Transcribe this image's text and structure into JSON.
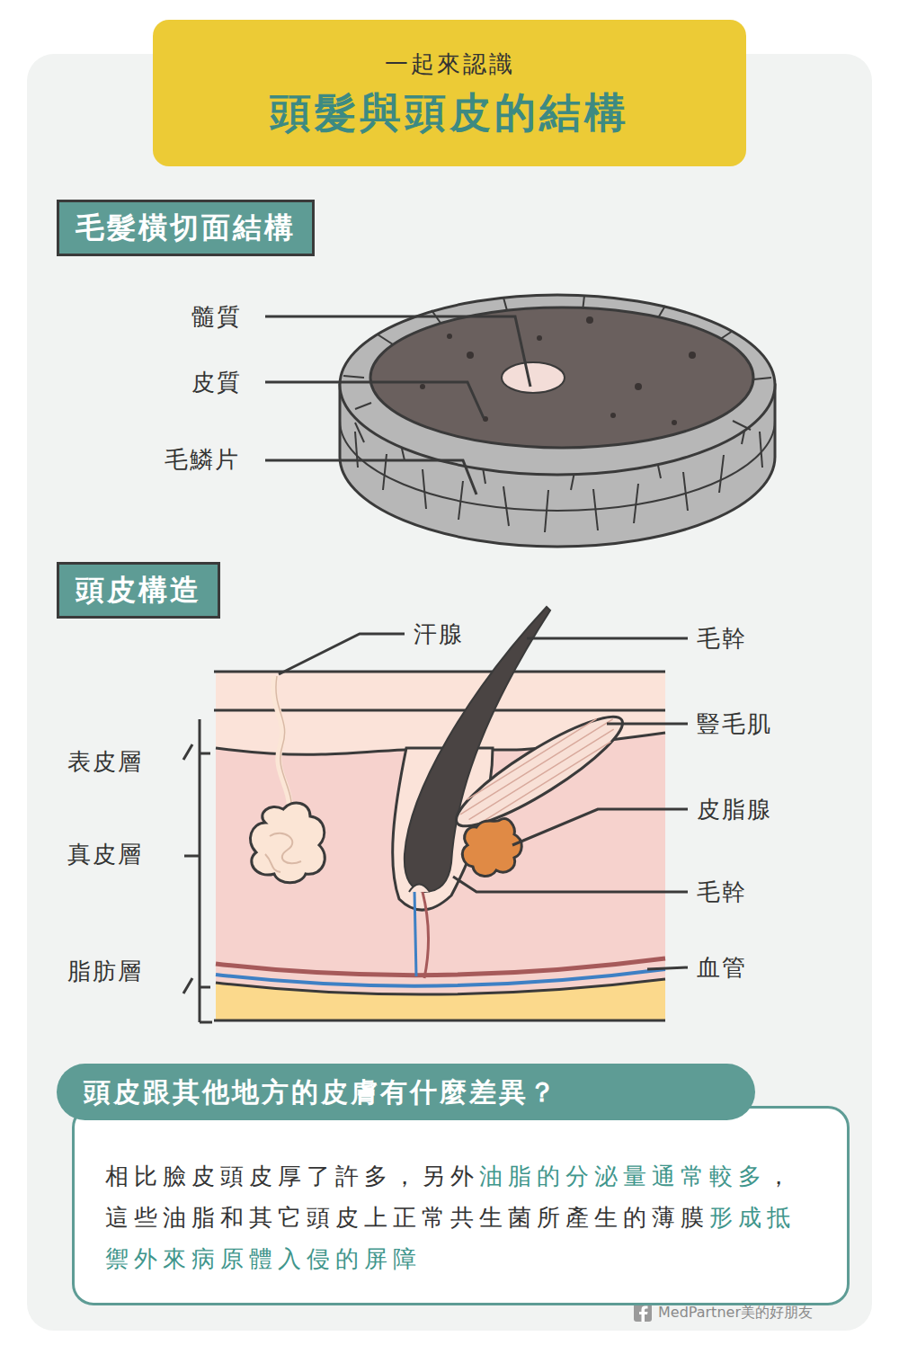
{
  "diagram": {
    "nodes": [
      {
        "text": [
          "一起來認識",
          "頭髮與頭皮的結構"
        ]
      },
      {
        "text": [
          "毛髮橫切面結構"
        ]
      },
      {
        "text": [
          "頭皮構造"
        ]
      },
      {
        "text": [
          "頭皮跟其他地方的皮膚有什麼差異？"
        ]
      },
      {
        "text": [
          "相比臉皮頭皮厚了許多，另外",
          "油脂的分泌量通常較多",
          "，這些油脂和其它頭皮上正常共生菌所產生的薄膜",
          "形成抵禦外來病原體入侵的屏障"
        ]
      }
    ],
    "labels": [
      "髓質",
      "皮質",
      "毛鱗片",
      "汗腺",
      "毛幹",
      "豎毛肌",
      "表皮層",
      "皮脂腺",
      "真皮層",
      "毛幹",
      "脂肪層",
      "血管",
      "MedPartner美的好朋友"
    ]
  }
}
